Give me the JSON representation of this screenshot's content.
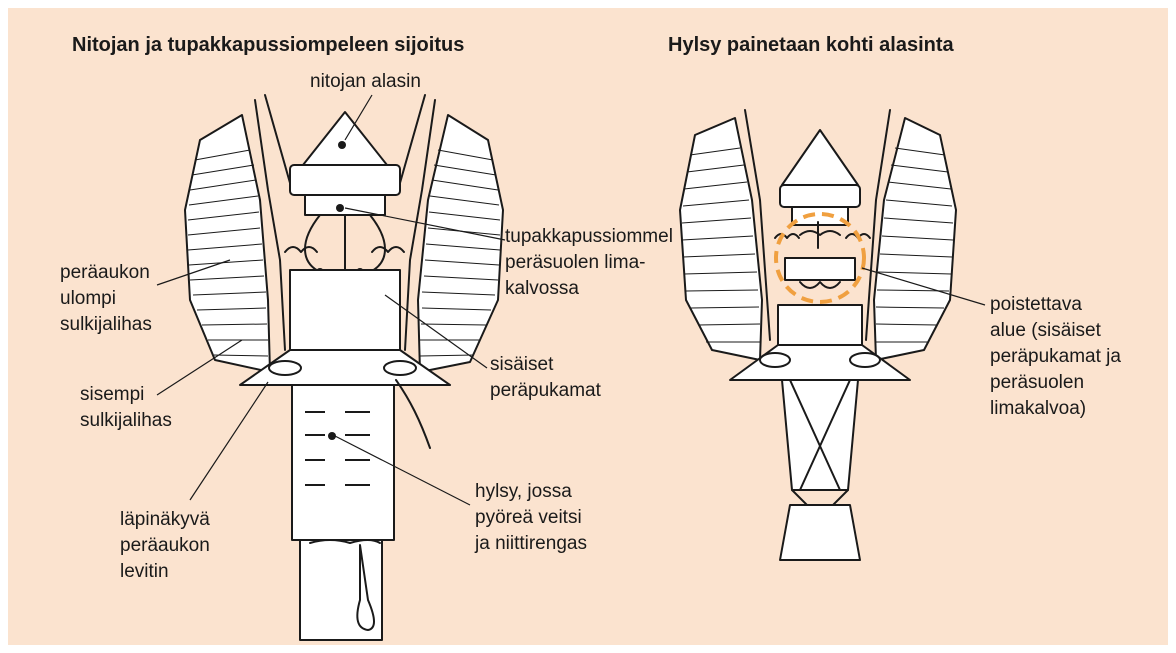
{
  "colors": {
    "panel_bg": "#fbe3cf",
    "ink": "#1a1a1a",
    "highlight": "#f0a040"
  },
  "left": {
    "title": "Nitojan ja tupakkapussiompeleen sijoitus",
    "labels": {
      "anvil": [
        "nitojan alasin"
      ],
      "suture": [
        "tupakkapussiommel",
        "peräsuolen lima-",
        "kalvossa"
      ],
      "external_sphincter": [
        "peräaukon",
        "ulompi",
        "sulkijalihas"
      ],
      "internal_hemorrhoids": [
        "sisäiset",
        "peräpukamat"
      ],
      "internal_sphincter": [
        "sisempi",
        "sulkijalihas"
      ],
      "dilator": [
        "läpinäkyvä",
        "peräaukon",
        "levitin"
      ],
      "housing": [
        "hylsy, jossa",
        "pyöreä veitsi",
        "ja niittirengas"
      ]
    }
  },
  "right": {
    "title": "Hylsy painetaan kohti alasinta",
    "labels": {
      "removed_area": [
        "poistettava",
        "alue (sisäiset",
        "peräpukamat ja",
        "peräsuolen",
        "limakalvoa)"
      ]
    }
  }
}
